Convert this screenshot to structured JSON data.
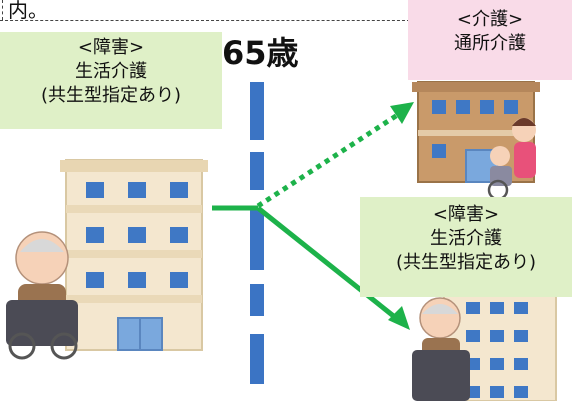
{
  "top_fragment": "内。",
  "age_label": "65歳",
  "left_service": {
    "category": "<障害>",
    "name": "生活介護",
    "note": "(共生型指定あり)"
  },
  "top_right_service": {
    "category": "<介護>",
    "name": "通所介護"
  },
  "bottom_right_service": {
    "category": "<障害>",
    "name": "生活介護",
    "note": "(共生型指定あり)"
  },
  "colors": {
    "green_box": "#dff0c7",
    "pink_box": "#f9dbe8",
    "arrow_green": "#1db24a",
    "divider_blue": "#3b74c4"
  },
  "icons": [
    "building-icon",
    "wheelchair-user-icon",
    "caregiver-icon",
    "care-facility-icon"
  ]
}
